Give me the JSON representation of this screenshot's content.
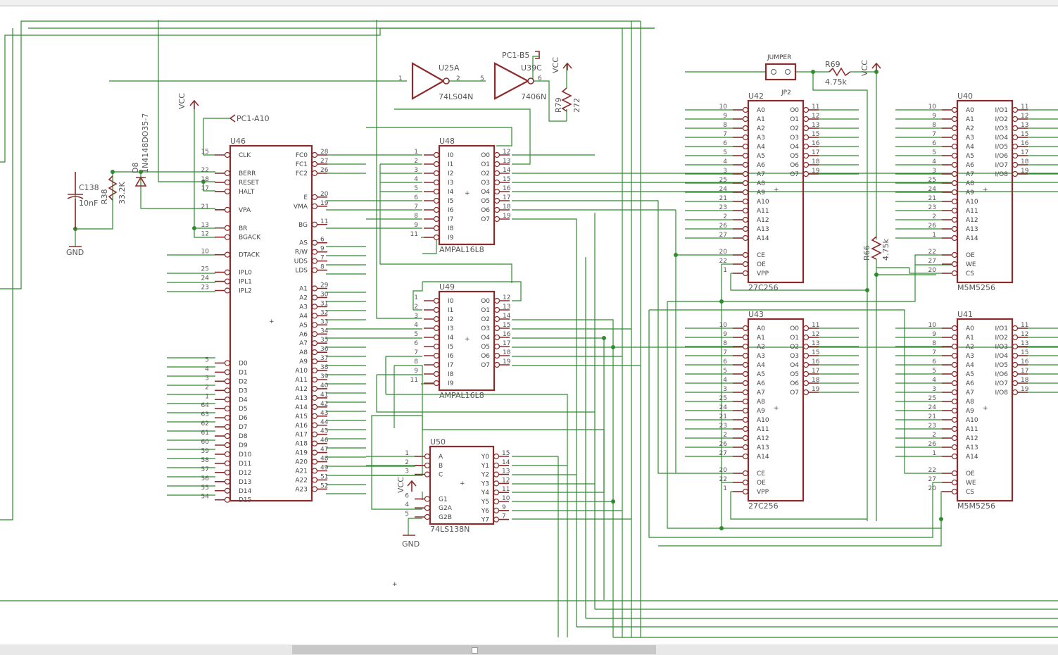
{
  "colors": {
    "wire": "#2e8b2e",
    "part": "#8b2b2b",
    "text": "#444444",
    "junction": "#2e8b2e"
  },
  "top_labels": {
    "u25a_name": "U25A",
    "u25a_part": "74LS04N",
    "u25a_pin_in": "1",
    "u25a_pin_out": "2",
    "u39c_name": "U39C",
    "u39c_part": "7406N",
    "u39c_pin_in": "5",
    "u39c_pin_out": "6",
    "pc1_b5": "PC1-B5",
    "pc1_a10": "PC1-A10",
    "r79_name": "R79",
    "r79_value": "272",
    "jumper": "JUMPER",
    "jp2": "JP2",
    "r69_name": "R69",
    "r69_value": "4.75k",
    "r66_name": "R66",
    "r66_value": "4.75k",
    "c138_name": "C138",
    "c138_value": "10nF",
    "r38_name": "R38",
    "r38_value": "33.2K",
    "d8_name": "D8",
    "d8_part": "1N4148DO35-7"
  },
  "power": {
    "vcc": "VCC",
    "gnd": "GND"
  },
  "chips": [
    {
      "name": "U46",
      "part": "",
      "left": [
        {
          "n": "15",
          "l": "CLK"
        },
        {
          "n": "22",
          "l": "BERR"
        },
        {
          "n": "18",
          "l": "RESET"
        },
        {
          "n": "17",
          "l": "HALT"
        },
        {
          "n": "21",
          "l": "VPA"
        },
        {
          "n": "13",
          "l": "BR"
        },
        {
          "n": "12",
          "l": "BGACK"
        },
        {
          "n": "10",
          "l": "DTACK"
        },
        {
          "n": "25",
          "l": "IPL0"
        },
        {
          "n": "24",
          "l": "IPL1"
        },
        {
          "n": "23",
          "l": "IPL2"
        },
        {
          "n": "5",
          "l": "D0"
        },
        {
          "n": "4",
          "l": "D1"
        },
        {
          "n": "3",
          "l": "D2"
        },
        {
          "n": "2",
          "l": "D3"
        },
        {
          "n": "1",
          "l": "D4"
        },
        {
          "n": "64",
          "l": "D5"
        },
        {
          "n": "63",
          "l": "D6"
        },
        {
          "n": "62",
          "l": "D7"
        },
        {
          "n": "61",
          "l": "D8"
        },
        {
          "n": "60",
          "l": "D9"
        },
        {
          "n": "59",
          "l": "D10"
        },
        {
          "n": "58",
          "l": "D11"
        },
        {
          "n": "57",
          "l": "D12"
        },
        {
          "n": "56",
          "l": "D13"
        },
        {
          "n": "55",
          "l": "D14"
        },
        {
          "n": "54",
          "l": "D15"
        }
      ],
      "right": [
        {
          "n": "28",
          "l": "FC0"
        },
        {
          "n": "27",
          "l": "FC1"
        },
        {
          "n": "26",
          "l": "FC2"
        },
        {
          "n": "20",
          "l": "E"
        },
        {
          "n": "19",
          "l": "VMA"
        },
        {
          "n": "11",
          "l": "BG"
        },
        {
          "n": "6",
          "l": "AS"
        },
        {
          "n": "9",
          "l": "R/W"
        },
        {
          "n": "7",
          "l": "UDS"
        },
        {
          "n": "8",
          "l": "LDS"
        },
        {
          "n": "29",
          "l": "A1"
        },
        {
          "n": "30",
          "l": "A2"
        },
        {
          "n": "31",
          "l": "A3"
        },
        {
          "n": "32",
          "l": "A4"
        },
        {
          "n": "33",
          "l": "A5"
        },
        {
          "n": "34",
          "l": "A6"
        },
        {
          "n": "35",
          "l": "A7"
        },
        {
          "n": "36",
          "l": "A8"
        },
        {
          "n": "37",
          "l": "A9"
        },
        {
          "n": "38",
          "l": "A10"
        },
        {
          "n": "39",
          "l": "A11"
        },
        {
          "n": "40",
          "l": "A12"
        },
        {
          "n": "41",
          "l": "A13"
        },
        {
          "n": "42",
          "l": "A14"
        },
        {
          "n": "43",
          "l": "A15"
        },
        {
          "n": "44",
          "l": "A16"
        },
        {
          "n": "45",
          "l": "A17"
        },
        {
          "n": "46",
          "l": "A18"
        },
        {
          "n": "47",
          "l": "A19"
        },
        {
          "n": "48",
          "l": "A20"
        },
        {
          "n": "49",
          "l": "A21"
        },
        {
          "n": "51",
          "l": "A22"
        },
        {
          "n": "52",
          "l": "A23"
        }
      ]
    },
    {
      "name": "U48",
      "part": "AMPAL16L8",
      "left": [
        {
          "n": "1",
          "l": "I0"
        },
        {
          "n": "2",
          "l": "I1"
        },
        {
          "n": "3",
          "l": "I2"
        },
        {
          "n": "4",
          "l": "I3"
        },
        {
          "n": "5",
          "l": "I4"
        },
        {
          "n": "6",
          "l": "I5"
        },
        {
          "n": "7",
          "l": "I6"
        },
        {
          "n": "8",
          "l": "I7"
        },
        {
          "n": "9",
          "l": "I8"
        },
        {
          "n": "11",
          "l": "I9"
        }
      ],
      "right": [
        {
          "n": "12",
          "l": "O0"
        },
        {
          "n": "13",
          "l": "O1"
        },
        {
          "n": "14",
          "l": "O2"
        },
        {
          "n": "15",
          "l": "O3"
        },
        {
          "n": "16",
          "l": "O4"
        },
        {
          "n": "17",
          "l": "O5"
        },
        {
          "n": "18",
          "l": "O6"
        },
        {
          "n": "19",
          "l": "O7"
        }
      ]
    },
    {
      "name": "U49",
      "part": "AMPAL16L8",
      "left": [
        {
          "n": "1",
          "l": "I0"
        },
        {
          "n": "2",
          "l": "I1"
        },
        {
          "n": "3",
          "l": "I2"
        },
        {
          "n": "4",
          "l": "I3"
        },
        {
          "n": "5",
          "l": "I4"
        },
        {
          "n": "6",
          "l": "I5"
        },
        {
          "n": "7",
          "l": "I6"
        },
        {
          "n": "8",
          "l": "I7"
        },
        {
          "n": "9",
          "l": "I8"
        },
        {
          "n": "11",
          "l": "I9"
        }
      ],
      "right": [
        {
          "n": "12",
          "l": "O0"
        },
        {
          "n": "13",
          "l": "O1"
        },
        {
          "n": "14",
          "l": "O2"
        },
        {
          "n": "15",
          "l": "O3"
        },
        {
          "n": "16",
          "l": "O4"
        },
        {
          "n": "17",
          "l": "O5"
        },
        {
          "n": "18",
          "l": "O6"
        },
        {
          "n": "19",
          "l": "O7"
        }
      ]
    },
    {
      "name": "U50",
      "part": "74LS138N",
      "left": [
        {
          "n": "1",
          "l": "A"
        },
        {
          "n": "2",
          "l": "B"
        },
        {
          "n": "3",
          "l": "C"
        },
        {
          "n": "6",
          "l": "G1"
        },
        {
          "n": "4",
          "l": "G2A"
        },
        {
          "n": "5",
          "l": "G2B"
        }
      ],
      "right": [
        {
          "n": "15",
          "l": "Y0"
        },
        {
          "n": "14",
          "l": "Y1"
        },
        {
          "n": "13",
          "l": "Y2"
        },
        {
          "n": "12",
          "l": "Y3"
        },
        {
          "n": "11",
          "l": "Y4"
        },
        {
          "n": "10",
          "l": "Y5"
        },
        {
          "n": "9",
          "l": "Y6"
        },
        {
          "n": "7",
          "l": "Y7"
        }
      ]
    },
    {
      "name": "U42",
      "part": "27C256",
      "left": [
        {
          "n": "10",
          "l": "A0"
        },
        {
          "n": "9",
          "l": "A1"
        },
        {
          "n": "8",
          "l": "A2"
        },
        {
          "n": "7",
          "l": "A3"
        },
        {
          "n": "6",
          "l": "A4"
        },
        {
          "n": "5",
          "l": "A5"
        },
        {
          "n": "4",
          "l": "A6"
        },
        {
          "n": "3",
          "l": "A7"
        },
        {
          "n": "25",
          "l": "A8"
        },
        {
          "n": "24",
          "l": "A9"
        },
        {
          "n": "21",
          "l": "A10"
        },
        {
          "n": "23",
          "l": "A11"
        },
        {
          "n": "2",
          "l": "A12"
        },
        {
          "n": "26",
          "l": "A13"
        },
        {
          "n": "27",
          "l": "A14"
        },
        {
          "n": "20",
          "l": "CE"
        },
        {
          "n": "22",
          "l": "OE"
        },
        {
          "n": "1",
          "l": "VPP"
        }
      ],
      "right": [
        {
          "n": "11",
          "l": "O0"
        },
        {
          "n": "12",
          "l": "O1"
        },
        {
          "n": "13",
          "l": "O2"
        },
        {
          "n": "15",
          "l": "O3"
        },
        {
          "n": "16",
          "l": "O4"
        },
        {
          "n": "17",
          "l": "O5"
        },
        {
          "n": "18",
          "l": "O6"
        },
        {
          "n": "19",
          "l": "O7"
        }
      ]
    },
    {
      "name": "U43",
      "part": "27C256",
      "left": [
        {
          "n": "10",
          "l": "A0"
        },
        {
          "n": "9",
          "l": "A1"
        },
        {
          "n": "8",
          "l": "A2"
        },
        {
          "n": "7",
          "l": "A3"
        },
        {
          "n": "6",
          "l": "A4"
        },
        {
          "n": "5",
          "l": "A5"
        },
        {
          "n": "4",
          "l": "A6"
        },
        {
          "n": "3",
          "l": "A7"
        },
        {
          "n": "25",
          "l": "A8"
        },
        {
          "n": "24",
          "l": "A9"
        },
        {
          "n": "21",
          "l": "A10"
        },
        {
          "n": "23",
          "l": "A11"
        },
        {
          "n": "2",
          "l": "A12"
        },
        {
          "n": "26",
          "l": "A13"
        },
        {
          "n": "27",
          "l": "A14"
        },
        {
          "n": "20",
          "l": "CE"
        },
        {
          "n": "22",
          "l": "OE"
        },
        {
          "n": "1",
          "l": "VPP"
        }
      ],
      "right": [
        {
          "n": "11",
          "l": "O0"
        },
        {
          "n": "12",
          "l": "O1"
        },
        {
          "n": "13",
          "l": "O2"
        },
        {
          "n": "15",
          "l": "O3"
        },
        {
          "n": "16",
          "l": "O4"
        },
        {
          "n": "17",
          "l": "O5"
        },
        {
          "n": "18",
          "l": "O6"
        },
        {
          "n": "19",
          "l": "O7"
        }
      ]
    },
    {
      "name": "U40",
      "part": "M5M5256",
      "left": [
        {
          "n": "10",
          "l": "A0"
        },
        {
          "n": "9",
          "l": "A1"
        },
        {
          "n": "8",
          "l": "A2"
        },
        {
          "n": "7",
          "l": "A3"
        },
        {
          "n": "6",
          "l": "A4"
        },
        {
          "n": "5",
          "l": "A5"
        },
        {
          "n": "4",
          "l": "A6"
        },
        {
          "n": "3",
          "l": "A7"
        },
        {
          "n": "25",
          "l": "A8"
        },
        {
          "n": "24",
          "l": "A9"
        },
        {
          "n": "21",
          "l": "A10"
        },
        {
          "n": "23",
          "l": "A11"
        },
        {
          "n": "2",
          "l": "A12"
        },
        {
          "n": "26",
          "l": "A13"
        },
        {
          "n": "1",
          "l": "A14"
        },
        {
          "n": "22",
          "l": "OE"
        },
        {
          "n": "27",
          "l": "WE"
        },
        {
          "n": "20",
          "l": "CS"
        }
      ],
      "right": [
        {
          "n": "11",
          "l": "I/O1"
        },
        {
          "n": "12",
          "l": "I/O2"
        },
        {
          "n": "13",
          "l": "I/O3"
        },
        {
          "n": "15",
          "l": "I/O4"
        },
        {
          "n": "16",
          "l": "I/O5"
        },
        {
          "n": "17",
          "l": "I/O6"
        },
        {
          "n": "18",
          "l": "I/O7"
        },
        {
          "n": "19",
          "l": "I/O8"
        }
      ]
    },
    {
      "name": "U41",
      "part": "M5M5256",
      "left": [
        {
          "n": "10",
          "l": "A0"
        },
        {
          "n": "9",
          "l": "A1"
        },
        {
          "n": "8",
          "l": "A2"
        },
        {
          "n": "7",
          "l": "A3"
        },
        {
          "n": "6",
          "l": "A4"
        },
        {
          "n": "5",
          "l": "A5"
        },
        {
          "n": "4",
          "l": "A6"
        },
        {
          "n": "3",
          "l": "A7"
        },
        {
          "n": "25",
          "l": "A8"
        },
        {
          "n": "24",
          "l": "A9"
        },
        {
          "n": "21",
          "l": "A10"
        },
        {
          "n": "23",
          "l": "A11"
        },
        {
          "n": "2",
          "l": "A12"
        },
        {
          "n": "26",
          "l": "A13"
        },
        {
          "n": "1",
          "l": "A14"
        },
        {
          "n": "22",
          "l": "OE"
        },
        {
          "n": "27",
          "l": "WE"
        },
        {
          "n": "20",
          "l": "CS"
        }
      ],
      "right": [
        {
          "n": "11",
          "l": "I/O1"
        },
        {
          "n": "12",
          "l": "I/O2"
        },
        {
          "n": "13",
          "l": "I/O3"
        },
        {
          "n": "15",
          "l": "I/O4"
        },
        {
          "n": "16",
          "l": "I/O5"
        },
        {
          "n": "17",
          "l": "I/O6"
        },
        {
          "n": "18",
          "l": "I/O7"
        },
        {
          "n": "19",
          "l": "I/O8"
        }
      ]
    }
  ]
}
